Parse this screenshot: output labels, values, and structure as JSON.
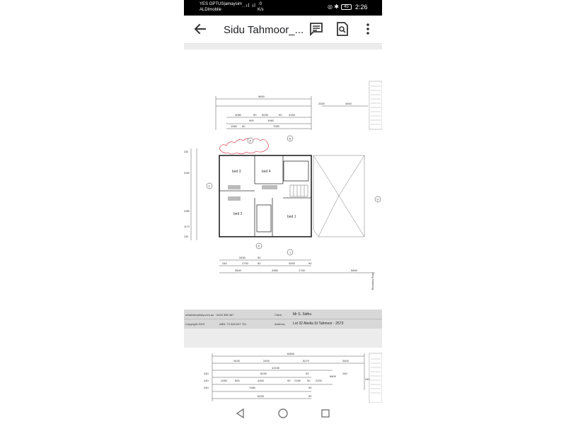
{
  "status_bar": {
    "carrier_line1": "YES OPTUS|amaysim",
    "carrier_line2": "ALDImobile",
    "signal": "..ıl ıl",
    "speed_value": "0",
    "speed_unit": "K/s",
    "battery": "45",
    "time": "2:26"
  },
  "app_bar": {
    "title": "Sidu Tahmoor_..."
  },
  "plan_1": {
    "top_dimensions": {
      "overall": "9600",
      "right_a": "2340",
      "right_b": "3400",
      "row2": [
        "3080",
        "90",
        "3030",
        "90",
        "3150"
      ],
      "row3": [
        "900",
        "1960"
      ],
      "row4": [
        "1960",
        "90",
        "7080"
      ]
    },
    "left_dimensions": [
      "240",
      "3160",
      "2280",
      "1170",
      "240"
    ],
    "bottom_dimensions": {
      "row1": [
        "3450",
        "90"
      ],
      "row2": [
        "240",
        "1700",
        "90",
        "4000",
        "90"
      ],
      "row3": [
        "3540",
        "4380",
        "1740",
        "5840"
      ]
    },
    "rooms": {
      "bed3": "bed 3",
      "bed4": "bed 4",
      "bed2": "bed 2",
      "bed1": "bed 1"
    },
    "markers": [
      "A",
      "B",
      "C",
      "D",
      "E",
      "1"
    ],
    "side_note": "Boundary Road"
  },
  "title_block": {
    "website": "urbansimplicity.com.au  ·  0433 358 487",
    "client_label": "Client",
    "client": "Mr S. Sidhu",
    "copyright": "Copyright 2019",
    "abn": "ABN: 70 548 847 701",
    "address_label": "Address",
    "address": "Lot 32 Abelia St Tahmoor - 2573"
  },
  "plan_2": {
    "top_dimensions": {
      "overall": "16500",
      "row2": [
        "3430",
        "2400",
        "5270",
        "3400"
      ],
      "row3": [
        "12150"
      ],
      "row4": [
        "240",
        "6030",
        "90",
        "240"
      ],
      "row5": [
        "240",
        "1050",
        "800",
        "4340",
        "90",
        "2150",
        "90",
        "2200"
      ],
      "row6": [
        "240",
        "7080",
        "90"
      ],
      "row7": [
        "6030",
        "90"
      ],
      "right": [
        "5600",
        "240"
      ]
    }
  },
  "nav_bar": {
    "back": "back-triangle",
    "home": "home-circle",
    "recents": "recents-square"
  }
}
